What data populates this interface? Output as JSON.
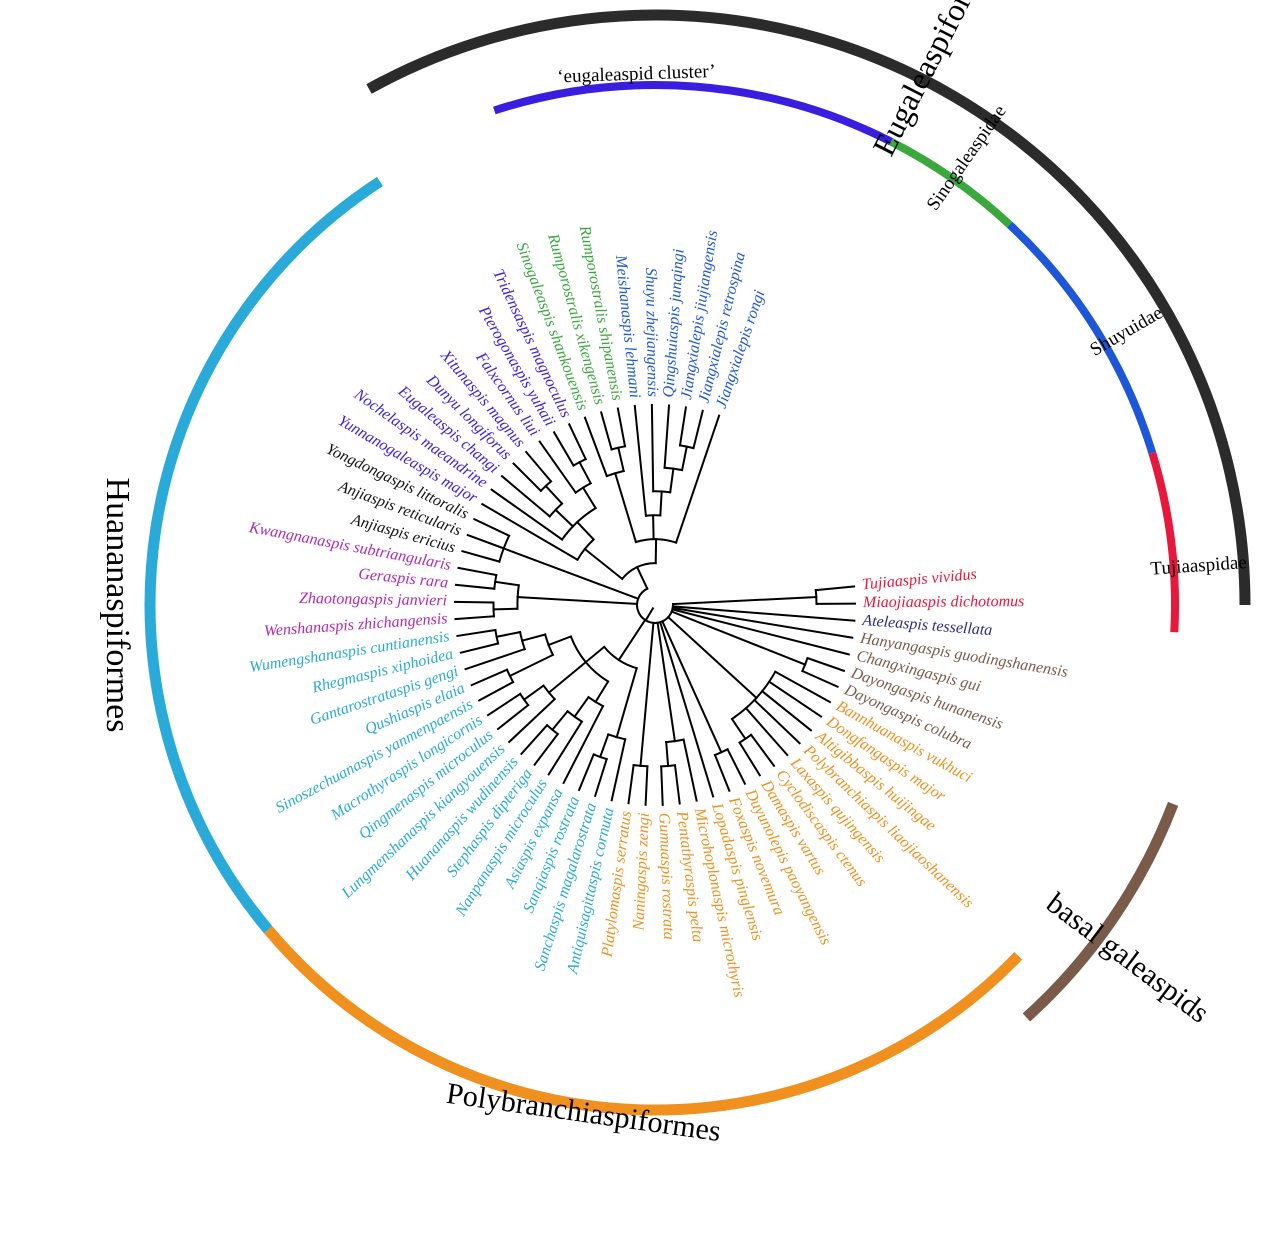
{
  "colors": {
    "eugaleaspid_cluster": "#3a1ee0",
    "sinogaleaspidae": "#3aa83c",
    "shuyuidae": "#1d57d8",
    "tujiaaspidae": "#e8173c",
    "eugaleaspiformes": "#2b2b2b",
    "yongdongaspis_group": "#111111",
    "kwangnanaspis_group": "#b02ab4",
    "huananaspiformes": "#2aaad8",
    "polybranchiaspiformes": "#f0901e",
    "basal_galeaspids": "#7a5a48",
    "ateleaspis": "#2b2b8c",
    "tree": "#000000"
  },
  "clade_labels": {
    "eugaleaspiformes": "Eugaleaspiformes",
    "eugaleaspid_cluster": "‘eugaleaspid cluster’",
    "sinogaleaspidae": "Sinogaleaspidae",
    "shuyuidae": "Shuyuidae",
    "tujiaaspidae": "Tujiaaspidae",
    "huananaspiformes": "Huananaspiformes",
    "polybranchiaspiformes": "Polybranchiaspiformes",
    "basal_galeaspids": "basal galeaspids"
  },
  "taxa": [
    {
      "name": "Tujiaaspis vividus",
      "group": "tujiaaspidae"
    },
    {
      "name": "Miaojiaaspis dichotomus",
      "group": "tujiaaspidae"
    },
    {
      "name": "Ateleaspis tessellata",
      "group": "ateleaspis"
    },
    {
      "name": "Hanyangaspis guodingshanensis",
      "group": "basal_galeaspids"
    },
    {
      "name": "Changxingaspis gui",
      "group": "basal_galeaspids"
    },
    {
      "name": "Dayongaspis hunanensis",
      "group": "basal_galeaspids"
    },
    {
      "name": "Dayongaspis colubra",
      "group": "basal_galeaspids"
    },
    {
      "name": "Bannhuanaspis vukhuci",
      "group": "polybranchiaspiformes"
    },
    {
      "name": "Dongfangaspis major",
      "group": "polybranchiaspiformes"
    },
    {
      "name": "Altigibbaspis huijingae",
      "group": "polybranchiaspiformes"
    },
    {
      "name": "Polybranchiaspis liaojiaoshanensis",
      "group": "polybranchiaspiformes"
    },
    {
      "name": "Laxaspis qujingensis",
      "group": "polybranchiaspiformes"
    },
    {
      "name": "Cyclodiscaspis ctenus",
      "group": "polybranchiaspiformes"
    },
    {
      "name": "Damaspis vartus",
      "group": "polybranchiaspiformes"
    },
    {
      "name": "Duyunolepis paoyangensis",
      "group": "polybranchiaspiformes"
    },
    {
      "name": "Foxaspis novemura",
      "group": "polybranchiaspiformes"
    },
    {
      "name": "Lopadaspis pinglensis",
      "group": "polybranchiaspiformes"
    },
    {
      "name": "Microhoplonaspis microthyris",
      "group": "polybranchiaspiformes"
    },
    {
      "name": "Pentathyraspis pelta",
      "group": "polybranchiaspiformes"
    },
    {
      "name": "Gumuaspis rostrata",
      "group": "polybranchiaspiformes"
    },
    {
      "name": "Naningaspis zengi",
      "group": "polybranchiaspiformes"
    },
    {
      "name": "Platylomaspis serratus",
      "group": "polybranchiaspiformes"
    },
    {
      "name": "Antiquisagittaspis cornuta",
      "group": "huananaspiformes"
    },
    {
      "name": "Sanchaspis magalarostrata",
      "group": "huananaspiformes"
    },
    {
      "name": "Sanqiaspis rostrata",
      "group": "huananaspiformes"
    },
    {
      "name": "Asiaspis expansa",
      "group": "huananaspiformes"
    },
    {
      "name": "Nanpanaspis microculus",
      "group": "huananaspiformes"
    },
    {
      "name": "Stephaspis dipteriga",
      "group": "huananaspiformes"
    },
    {
      "name": "Huananaspis wudinensis",
      "group": "huananaspiformes"
    },
    {
      "name": "Lungmenshanaspis kiangyouensis",
      "group": "huananaspiformes"
    },
    {
      "name": "Qingmenaspis microculus",
      "group": "huananaspiformes"
    },
    {
      "name": "Macrothyraspis longicornis",
      "group": "huananaspiformes"
    },
    {
      "name": "Sinoszechuanaspis yanmenpaensis",
      "group": "huananaspiformes"
    },
    {
      "name": "Qushiaspis elaia",
      "group": "huananaspiformes"
    },
    {
      "name": "Gantarostrataspis gengi",
      "group": "huananaspiformes"
    },
    {
      "name": "Rhegmaspis xiphoidea",
      "group": "huananaspiformes"
    },
    {
      "name": "Wumengshanaspis cuntianensis",
      "group": "huananaspiformes"
    },
    {
      "name": "Wenshanaspis zhichangensis",
      "group": "kwangnanaspis_group"
    },
    {
      "name": "Zhaotongaspis janvieri",
      "group": "kwangnanaspis_group"
    },
    {
      "name": "Geraspis rara",
      "group": "kwangnanaspis_group"
    },
    {
      "name": "Kwangnanaspis subtriangularis",
      "group": "kwangnanaspis_group"
    },
    {
      "name": "Anjiaspis ericius",
      "group": "yongdongaspis_group"
    },
    {
      "name": "Anjiaspis reticularis",
      "group": "yongdongaspis_group"
    },
    {
      "name": "Yongdongaspis littoralis",
      "group": "yongdongaspis_group"
    },
    {
      "name": "Yunnanogaleaspis major",
      "group": "eugaleaspid_cluster"
    },
    {
      "name": "Nochelaspis maeandrine",
      "group": "eugaleaspid_cluster"
    },
    {
      "name": "Eugaleaspis changi",
      "group": "eugaleaspid_cluster"
    },
    {
      "name": "Dunyu longiforus",
      "group": "eugaleaspid_cluster"
    },
    {
      "name": "Xitunaspis magnus",
      "group": "eugaleaspid_cluster"
    },
    {
      "name": "Falxcornus liui",
      "group": "eugaleaspid_cluster"
    },
    {
      "name": "Pterogonaspis yuhaii",
      "group": "eugaleaspid_cluster"
    },
    {
      "name": "Tridensaspis magnoculus",
      "group": "eugaleaspid_cluster"
    },
    {
      "name": "Sinogaleaspis shankouensis",
      "group": "sinogaleaspidae"
    },
    {
      "name": "Rumporostralis xikengensis",
      "group": "sinogaleaspidae"
    },
    {
      "name": "Rumporostralis shipanensis",
      "group": "sinogaleaspidae"
    },
    {
      "name": "Meishanaspis lehmani",
      "group": "shuyuidae"
    },
    {
      "name": "Shuyu zhejiangensis",
      "group": "shuyuidae"
    },
    {
      "name": "Qingshuiaspis junqingi",
      "group": "shuyuidae"
    },
    {
      "name": "Jiangxialepis jiujiangensis",
      "group": "shuyuidae"
    },
    {
      "name": "Jiangxialepis retrospina",
      "group": "shuyuidae"
    },
    {
      "name": "Jiangxialepis rongi",
      "group": "shuyuidae"
    }
  ]
}
